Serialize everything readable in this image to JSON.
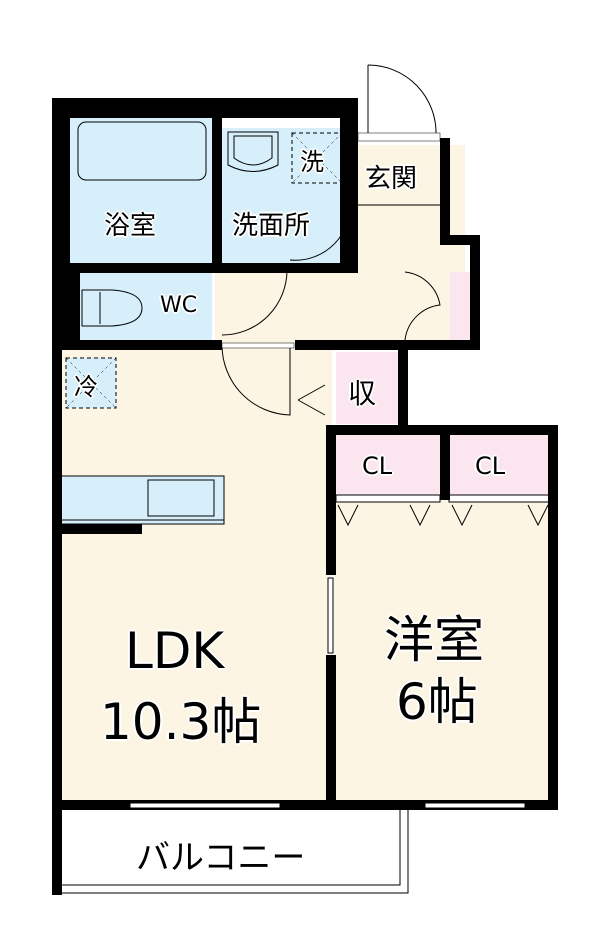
{
  "floorplan": {
    "colors": {
      "wall": "#000000",
      "wet_area": "#d6effa",
      "living_floor": "#fdf5e4",
      "storage": "#fbe6ef",
      "balcony": "#ffffff"
    },
    "rooms": {
      "bathroom": "浴室",
      "washroom": "洗面所",
      "washer": "洗",
      "entrance": "玄関",
      "toilet": "WC",
      "fridge": "冷",
      "storage": "収",
      "closet_1": "CL",
      "closet_2": "CL",
      "ldk_name": "LDK",
      "ldk_size": "10.3帖",
      "western_room_name": "洋室",
      "western_room_size": "6帖",
      "balcony": "バルコニー"
    }
  }
}
